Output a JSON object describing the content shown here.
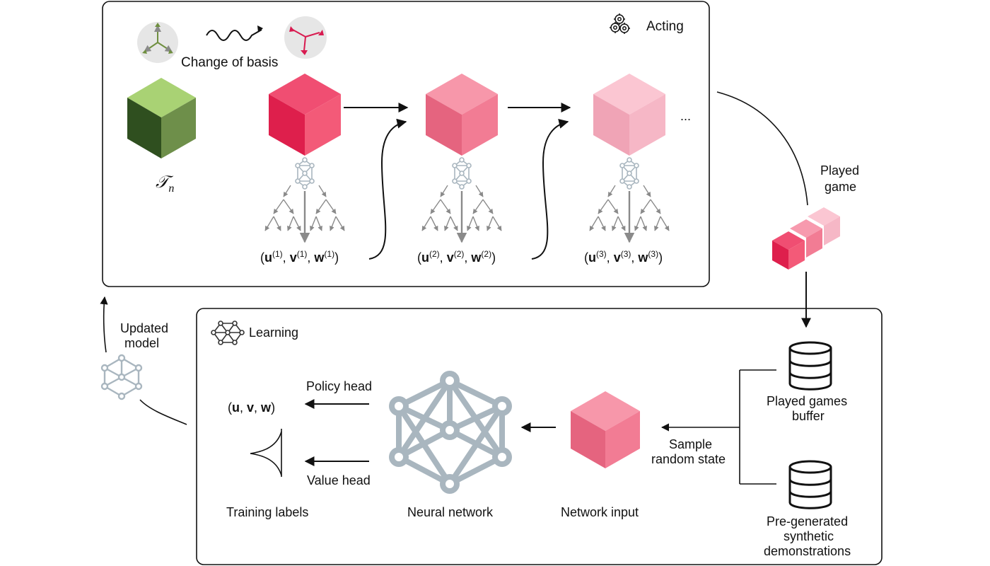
{
  "acting": {
    "title": "Acting",
    "change_of_basis": "Change of basis",
    "tensor_label": "𝒯",
    "tensor_sub": "n",
    "ellipsis": "...",
    "steps": [
      {
        "u": "u",
        "v": "v",
        "w": "w",
        "sup": "(1)"
      },
      {
        "u": "u",
        "v": "v",
        "w": "w",
        "sup": "(2)"
      },
      {
        "u": "u",
        "v": "v",
        "w": "w",
        "sup": "(3)"
      }
    ],
    "played_game": [
      "Played",
      "game"
    ]
  },
  "learning": {
    "title": "Learning",
    "policy_head": "Policy head",
    "value_head": "Value head",
    "uvw": {
      "u": "u",
      "v": "v",
      "w": "w"
    },
    "training_labels": "Training labels",
    "neural_network": "Neural network",
    "network_input": "Network input",
    "sample_random_state": [
      "Sample",
      "random state"
    ],
    "played_games_buffer": [
      "Played games",
      "buffer"
    ],
    "synthetic": [
      "Pre-generated",
      "synthetic",
      "demonstrations"
    ]
  },
  "updated_model": [
    "Updated",
    "model"
  ],
  "colors": {
    "green_top": "#a9d274",
    "green_left": "#2f4f1f",
    "green_right": "#6e8f4a",
    "pink1_top": "#f04e72",
    "pink1_left": "#de1f4c",
    "pink1_right": "#f35a78",
    "pink2_top": "#f797aa",
    "pink2_left": "#e5647f",
    "pink2_right": "#f27c94",
    "pink3_top": "#fbc6d2",
    "pink3_left": "#f0a4b6",
    "pink3_right": "#f6b7c6",
    "nn_gray": "#a9b6bf",
    "arrow_gray": "#8a8a8a"
  }
}
